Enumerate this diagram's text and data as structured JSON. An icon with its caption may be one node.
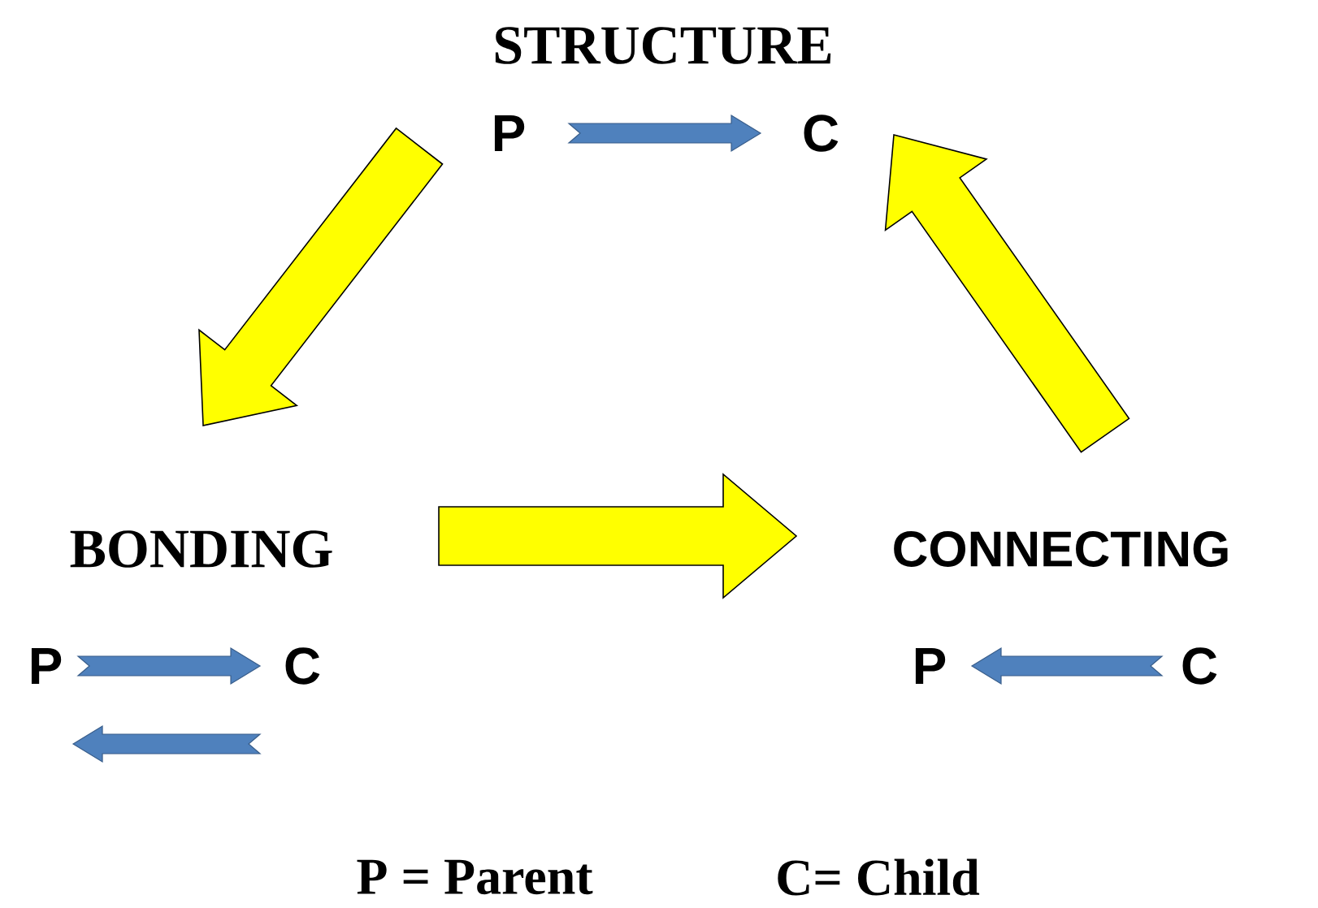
{
  "diagram": {
    "nodes": [
      {
        "text": [
          "STRUCTURE"
        ]
      },
      {
        "text": [
          "P"
        ]
      },
      {
        "text": [
          "C"
        ]
      },
      {
        "text": [
          "BONDING"
        ]
      },
      {
        "text": [
          "P"
        ]
      },
      {
        "text": [
          "C"
        ]
      },
      {
        "text": [
          "CONNECTING"
        ]
      },
      {
        "text": [
          "P"
        ]
      },
      {
        "text": [
          "C"
        ]
      }
    ],
    "edges": [
      {
        "from": 0,
        "to": 3,
        "arrow": "to",
        "style": "thick",
        "color": "#ffff00"
      },
      {
        "from": 3,
        "to": 6,
        "arrow": "to",
        "style": "thick",
        "color": "#ffff00"
      },
      {
        "from": 6,
        "to": 0,
        "arrow": "to",
        "style": "thick",
        "color": "#ffff00"
      },
      {
        "from": 1,
        "to": 2,
        "arrow": "to"
      },
      {
        "from": 4,
        "to": 5,
        "arrow": "to"
      },
      {
        "from": 5,
        "to": 4,
        "arrow": "to"
      },
      {
        "from": 8,
        "to": 7,
        "arrow": "to"
      }
    ],
    "labels": [
      "P = Parent",
      "C= Child"
    ]
  }
}
